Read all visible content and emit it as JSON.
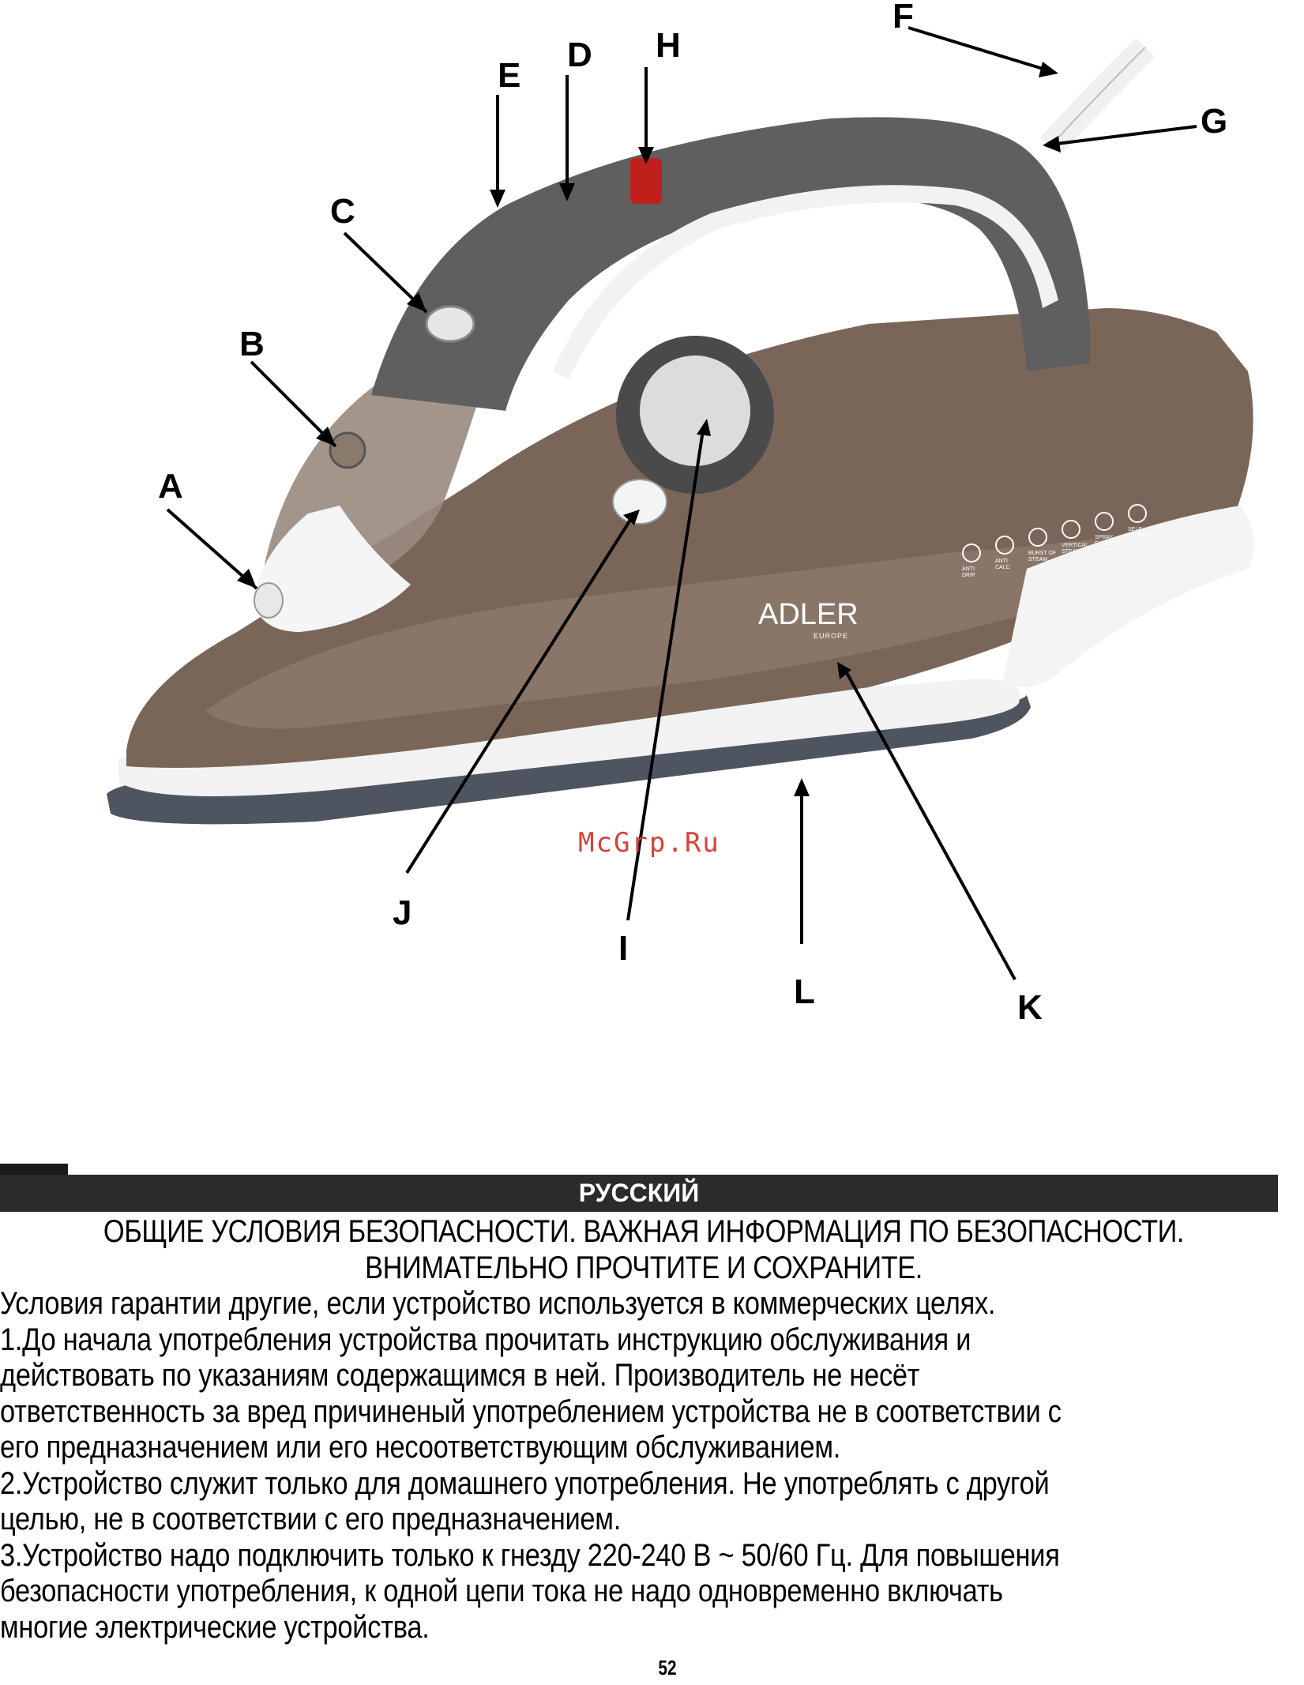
{
  "figure": {
    "callouts": [
      "A",
      "B",
      "C",
      "D",
      "E",
      "F",
      "G",
      "H",
      "I",
      "J",
      "K",
      "L"
    ],
    "watermark": "McGrp.Ru",
    "brand_logo": {
      "name": "ADLER",
      "sub": "EUROPE"
    },
    "function_icons": [
      {
        "name": "anti-drip-icon",
        "label_1": "ANTI",
        "label_2": "DRIP"
      },
      {
        "name": "anti-calc-icon",
        "label_1": "ANTI",
        "label_2": "CALC"
      },
      {
        "name": "burst-of-steam-icon",
        "label_1": "BURST OF",
        "label_2": "STEAM"
      },
      {
        "name": "vertical-steam-icon",
        "label_1": "VERTICAL",
        "label_2": "STEAM"
      },
      {
        "name": "spray-function-icon",
        "label_1": "SPRAY",
        "label_2": "FUNCTION"
      },
      {
        "name": "self-cleaning-icon",
        "label_1": "SELF",
        "label_2": "CLEANING"
      }
    ],
    "colors": {
      "body": "#7a6659",
      "handle": "#5f5f60",
      "white_trim": "#f2f2f2",
      "soleplate": "#4f5560",
      "indicator": "#c0201b"
    }
  },
  "language_bar": {
    "label": "РУССКИЙ"
  },
  "heading": {
    "line1": "ОБЩИЕ УСЛОВИЯ БЕЗОПАСНОСТИ. ВАЖНАЯ ИНФОРМАЦИЯ ПО БЕЗОПАСНОСТИ.",
    "line2": "ВНИМАТЕЛЬНО ПРОЧТИТЕ И СОХРАНИТЕ."
  },
  "body_lines": [
    "Условия гарантии другие, если устройство используется в коммерческих целях.",
    "1.До начала употребления устройства прочитать инструкцию обслуживания и",
    "действовать по указаниям содержащимся в ней.  Производитель не несёт",
    "ответственность за вред причиненый употреблением устройства не в соответствии с",
    "его предназначением или его несоответствующим обслуживанием.",
    "2.Устройство служит только для домашнего употребления. Не употреблять с другой",
    "целью, не в соответствии  с его предназначением.",
    "3.Устройство надо подключить только к гнезду  220-240 В ~ 50/60 Гц.  Для повышения",
    "безопасности употребления, к одной цепи тока не надо одновременно включать",
    "многие электрические устройства."
  ],
  "page_number": "52"
}
